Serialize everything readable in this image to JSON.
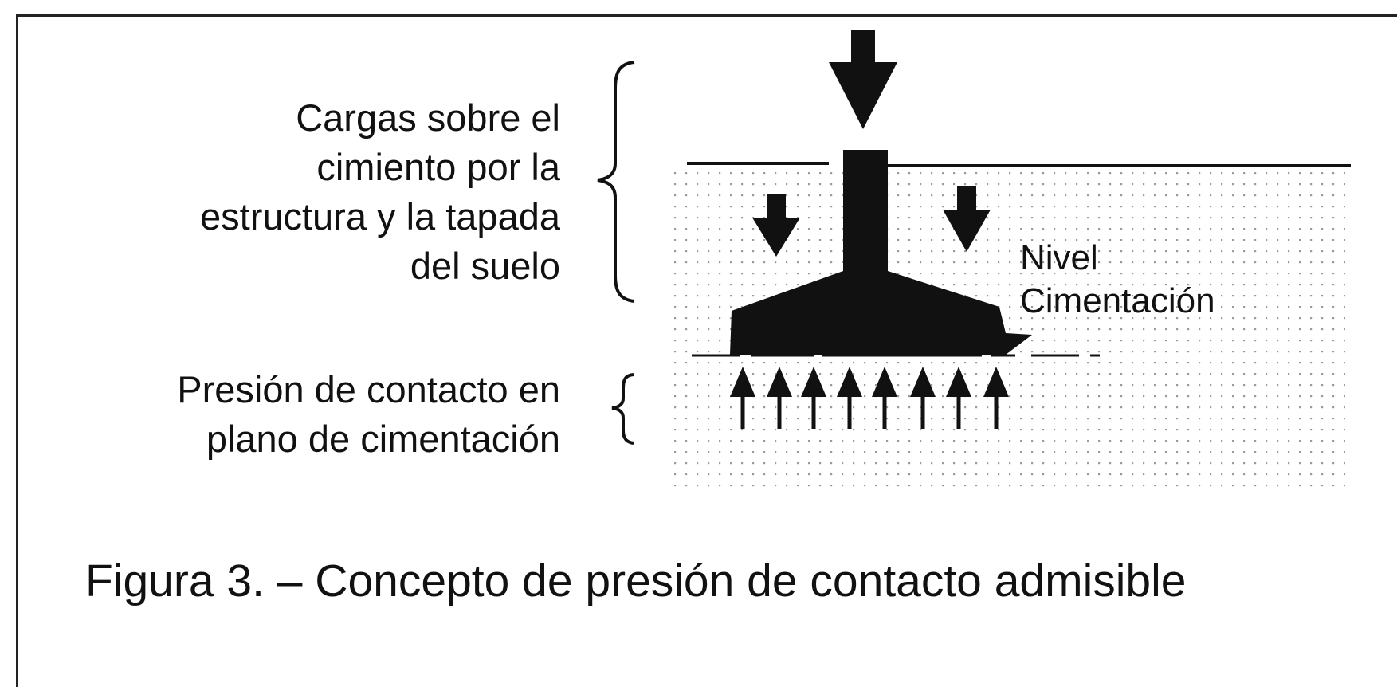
{
  "figure": {
    "loads_label": {
      "line1": "Cargas sobre el",
      "line2": "cimiento por la",
      "line3": "estructura y la tapada",
      "line4": "del suelo"
    },
    "contact_label": {
      "line1": "Presión de contacto en",
      "line2": "plano de cimentación"
    },
    "level_label": {
      "line1": "Nivel",
      "line2": "Cimentación"
    },
    "caption": "Figura 3. – Concepto de presión de contacto admisible"
  },
  "icons": {
    "column_load": "down-arrow-icon",
    "soil_load": "down-arrow-icon",
    "contact_pressure": "up-arrow-icon",
    "brace": "curly-brace-icon"
  },
  "colors": {
    "ink": "#111111",
    "soil_dots": "#9a9a9a",
    "background": "#ffffff"
  }
}
